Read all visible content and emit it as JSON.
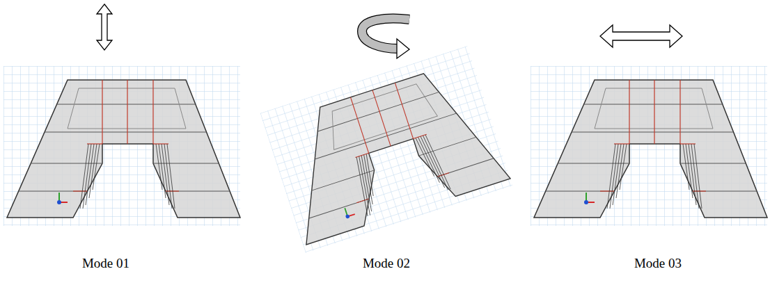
{
  "diagram": {
    "labels": [
      "Mode 01",
      "Mode 02",
      "Mode 03"
    ]
  }
}
